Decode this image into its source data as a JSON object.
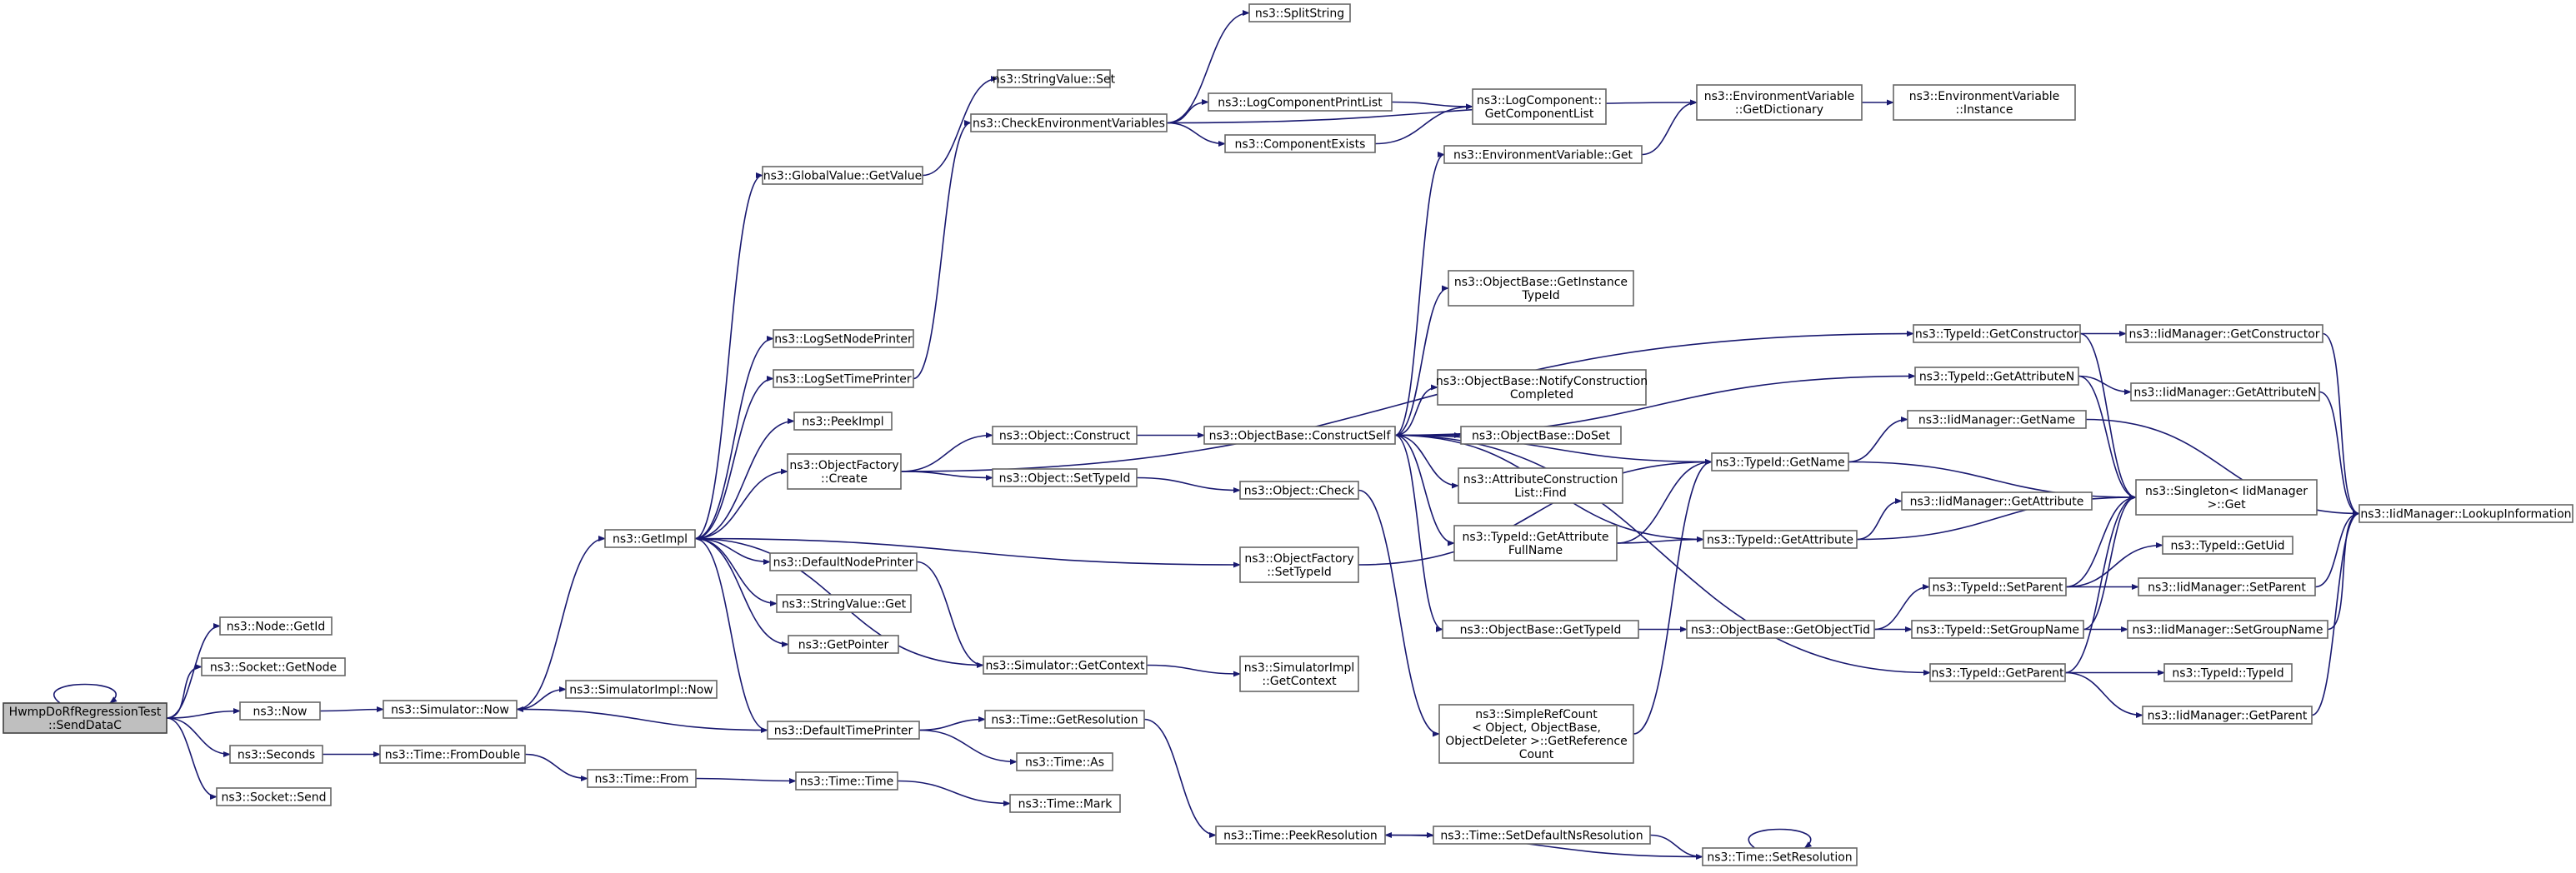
{
  "graph": {
    "edge_color": "#191970",
    "root_fill": "#bfbfbf",
    "nodes": [
      {
        "id": "root",
        "lines": [
          "HwmpDoRfRegressionTest",
          "::SendDataC"
        ],
        "root": true
      },
      {
        "id": "node_getid",
        "lines": [
          "ns3::Node::GetId"
        ]
      },
      {
        "id": "socket_getnode",
        "lines": [
          "ns3::Socket::GetNode"
        ]
      },
      {
        "id": "now",
        "lines": [
          "ns3::Now"
        ]
      },
      {
        "id": "seconds",
        "lines": [
          "ns3::Seconds"
        ]
      },
      {
        "id": "socket_send",
        "lines": [
          "ns3::Socket::Send"
        ]
      },
      {
        "id": "sim_now",
        "lines": [
          "ns3::Simulator::Now"
        ]
      },
      {
        "id": "simimpl_now",
        "lines": [
          "ns3::SimulatorImpl::Now"
        ]
      },
      {
        "id": "fromdouble",
        "lines": [
          "ns3::Time::FromDouble"
        ]
      },
      {
        "id": "time_from",
        "lines": [
          "ns3::Time::From"
        ]
      },
      {
        "id": "getimpl",
        "lines": [
          "ns3::GetImpl"
        ]
      },
      {
        "id": "gv_getvalue",
        "lines": [
          "ns3::GlobalValue::GetValue"
        ]
      },
      {
        "id": "lognodeprinter",
        "lines": [
          "ns3::LogSetNodePrinter"
        ]
      },
      {
        "id": "logtimeprinter",
        "lines": [
          "ns3::LogSetTimePrinter"
        ]
      },
      {
        "id": "peekimpl",
        "lines": [
          "ns3::PeekImpl"
        ]
      },
      {
        "id": "of_create",
        "lines": [
          "ns3::ObjectFactory",
          "::Create"
        ]
      },
      {
        "id": "defnodeprinter",
        "lines": [
          "ns3::DefaultNodePrinter"
        ]
      },
      {
        "id": "sv_get",
        "lines": [
          "ns3::StringValue::Get"
        ]
      },
      {
        "id": "getpointer",
        "lines": [
          "ns3::GetPointer"
        ]
      },
      {
        "id": "deftimeprinter",
        "lines": [
          "ns3::DefaultTimePrinter"
        ]
      },
      {
        "id": "time_time",
        "lines": [
          "ns3::Time::Time"
        ]
      },
      {
        "id": "sv_set",
        "lines": [
          "ns3::StringValue::Set"
        ]
      },
      {
        "id": "checkenv",
        "lines": [
          "ns3::CheckEnvironmentVariables"
        ]
      },
      {
        "id": "obj_construct",
        "lines": [
          "ns3::Object::Construct"
        ]
      },
      {
        "id": "obj_settypeid",
        "lines": [
          "ns3::Object::SetTypeId"
        ]
      },
      {
        "id": "sim_getcontext",
        "lines": [
          "ns3::Simulator::GetContext"
        ]
      },
      {
        "id": "time_getres",
        "lines": [
          "ns3::Time::GetResolution"
        ]
      },
      {
        "id": "time_as",
        "lines": [
          "ns3::Time::As"
        ]
      },
      {
        "id": "time_mark",
        "lines": [
          "ns3::Time::Mark"
        ]
      },
      {
        "id": "splitstring",
        "lines": [
          "ns3::SplitString"
        ]
      },
      {
        "id": "logcompprintlist",
        "lines": [
          "ns3::LogComponentPrintList"
        ]
      },
      {
        "id": "compexists",
        "lines": [
          "ns3::ComponentExists"
        ]
      },
      {
        "id": "obase_constructself",
        "lines": [
          "ns3::ObjectBase::ConstructSelf"
        ]
      },
      {
        "id": "obj_check",
        "lines": [
          "ns3::Object::Check"
        ]
      },
      {
        "id": "of_settypeid",
        "lines": [
          "ns3::ObjectFactory",
          "::SetTypeId"
        ]
      },
      {
        "id": "simimpl_getcontext",
        "lines": [
          "ns3::SimulatorImpl",
          "::GetContext"
        ]
      },
      {
        "id": "peekres",
        "lines": [
          "ns3::Time::PeekResolution"
        ]
      },
      {
        "id": "logcomp_getlist",
        "lines": [
          "ns3::LogComponent::",
          "GetComponentList"
        ]
      },
      {
        "id": "envvar_get",
        "lines": [
          "ns3::EnvironmentVariable::Get"
        ]
      },
      {
        "id": "obase_getinstance",
        "lines": [
          "ns3::ObjectBase::GetInstance",
          "TypeId"
        ]
      },
      {
        "id": "obase_notify",
        "lines": [
          "ns3::ObjectBase::NotifyConstruction",
          "Completed"
        ]
      },
      {
        "id": "obase_doset",
        "lines": [
          "ns3::ObjectBase::DoSet"
        ]
      },
      {
        "id": "attrlist_find",
        "lines": [
          "ns3::AttributeConstruction",
          "List::Find"
        ]
      },
      {
        "id": "tid_getattrfullname",
        "lines": [
          "ns3::TypeId::GetAttribute",
          "FullName"
        ]
      },
      {
        "id": "obase_gettypeid",
        "lines": [
          "ns3::ObjectBase::GetTypeId"
        ]
      },
      {
        "id": "simplerefcount",
        "lines": [
          "ns3::SimpleRefCount",
          "< Object, ObjectBase,",
          "ObjectDeleter >::GetReference",
          "Count"
        ]
      },
      {
        "id": "time_setdefres",
        "lines": [
          "ns3::Time::SetDefaultNsResolution"
        ]
      },
      {
        "id": "envvar_getdict",
        "lines": [
          "ns3::EnvironmentVariable",
          "::GetDictionary"
        ]
      },
      {
        "id": "tid_getname",
        "lines": [
          "ns3::TypeId::GetName"
        ]
      },
      {
        "id": "tid_getattribute",
        "lines": [
          "ns3::TypeId::GetAttribute"
        ]
      },
      {
        "id": "obase_getobjecttid",
        "lines": [
          "ns3::ObjectBase::GetObjectTid"
        ]
      },
      {
        "id": "time_setres",
        "lines": [
          "ns3::Time::SetResolution"
        ]
      },
      {
        "id": "envvar_instance",
        "lines": [
          "ns3::EnvironmentVariable",
          "::Instance"
        ]
      },
      {
        "id": "tid_getconstructor",
        "lines": [
          "ns3::TypeId::GetConstructor"
        ]
      },
      {
        "id": "tid_getattributen",
        "lines": [
          "ns3::TypeId::GetAttributeN"
        ]
      },
      {
        "id": "iid_getname",
        "lines": [
          "ns3::IidManager::GetName"
        ]
      },
      {
        "id": "iid_getattribute",
        "lines": [
          "ns3::IidManager::GetAttribute"
        ]
      },
      {
        "id": "tid_setparent",
        "lines": [
          "ns3::TypeId::SetParent"
        ]
      },
      {
        "id": "tid_setgroupname",
        "lines": [
          "ns3::TypeId::SetGroupName"
        ]
      },
      {
        "id": "tid_getparent",
        "lines": [
          "ns3::TypeId::GetParent"
        ]
      },
      {
        "id": "iid_getconstructor",
        "lines": [
          "ns3::IidManager::GetConstructor"
        ]
      },
      {
        "id": "iid_getattributen",
        "lines": [
          "ns3::IidManager::GetAttributeN"
        ]
      },
      {
        "id": "singleton_get",
        "lines": [
          "ns3::Singleton< IidManager",
          ">::Get"
        ]
      },
      {
        "id": "tid_getuid",
        "lines": [
          "ns3::TypeId::GetUid"
        ]
      },
      {
        "id": "iid_setparent",
        "lines": [
          "ns3::IidManager::SetParent"
        ]
      },
      {
        "id": "iid_setgroupname",
        "lines": [
          "ns3::IidManager::SetGroupName"
        ]
      },
      {
        "id": "tid_typeid",
        "lines": [
          "ns3::TypeId::TypeId"
        ]
      },
      {
        "id": "iid_getparent",
        "lines": [
          "ns3::IidManager::GetParent"
        ]
      },
      {
        "id": "iid_lookup",
        "lines": [
          "ns3::IidManager::LookupInformation"
        ]
      }
    ],
    "edges": [
      [
        "root",
        "root"
      ],
      [
        "root",
        "node_getid"
      ],
      [
        "root",
        "socket_getnode"
      ],
      [
        "root",
        "now"
      ],
      [
        "root",
        "seconds"
      ],
      [
        "root",
        "socket_send"
      ],
      [
        "now",
        "sim_now"
      ],
      [
        "seconds",
        "fromdouble"
      ],
      [
        "sim_now",
        "getimpl"
      ],
      [
        "sim_now",
        "simimpl_now"
      ],
      [
        "fromdouble",
        "time_from"
      ],
      [
        "time_from",
        "time_time"
      ],
      [
        "time_time",
        "time_mark"
      ],
      [
        "getimpl",
        "gv_getvalue"
      ],
      [
        "getimpl",
        "lognodeprinter"
      ],
      [
        "getimpl",
        "logtimeprinter"
      ],
      [
        "getimpl",
        "peekimpl"
      ],
      [
        "getimpl",
        "of_create"
      ],
      [
        "getimpl",
        "defnodeprinter"
      ],
      [
        "getimpl",
        "sv_get"
      ],
      [
        "getimpl",
        "getpointer"
      ],
      [
        "getimpl",
        "deftimeprinter"
      ],
      [
        "getimpl",
        "of_settypeid"
      ],
      [
        "gv_getvalue",
        "sv_set"
      ],
      [
        "logtimeprinter",
        "checkenv"
      ],
      [
        "of_create",
        "tid_getconstructor"
      ],
      [
        "of_create",
        "obj_construct"
      ],
      [
        "of_create",
        "obj_settypeid"
      ],
      [
        "defnodeprinter",
        "sim_getcontext"
      ],
      [
        "sim_getcontext",
        "getimpl"
      ],
      [
        "sim_getcontext",
        "simimpl_getcontext"
      ],
      [
        "deftimeprinter",
        "sim_now"
      ],
      [
        "deftimeprinter",
        "time_getres"
      ],
      [
        "deftimeprinter",
        "time_as"
      ],
      [
        "time_getres",
        "peekres"
      ],
      [
        "checkenv",
        "splitstring"
      ],
      [
        "checkenv",
        "envvar_getdict"
      ],
      [
        "checkenv",
        "logcompprintlist"
      ],
      [
        "checkenv",
        "compexists"
      ],
      [
        "logcompprintlist",
        "logcomp_getlist"
      ],
      [
        "compexists",
        "logcomp_getlist"
      ],
      [
        "obj_construct",
        "obase_constructself"
      ],
      [
        "obj_settypeid",
        "obj_check"
      ],
      [
        "obj_check",
        "simplerefcount"
      ],
      [
        "of_settypeid",
        "tid_getname"
      ],
      [
        "obase_constructself",
        "envvar_get"
      ],
      [
        "obase_constructself",
        "obase_getinstance"
      ],
      [
        "obase_constructself",
        "obase_notify"
      ],
      [
        "obase_constructself",
        "obase_doset"
      ],
      [
        "obase_constructself",
        "attrlist_find"
      ],
      [
        "obase_constructself",
        "tid_getattrfullname"
      ],
      [
        "obase_constructself",
        "obase_gettypeid"
      ],
      [
        "obase_constructself",
        "tid_getattribute"
      ],
      [
        "obase_constructself",
        "tid_getattributen"
      ],
      [
        "obase_constructself",
        "tid_getname"
      ],
      [
        "obase_constructself",
        "tid_getparent"
      ],
      [
        "envvar_get",
        "envvar_getdict"
      ],
      [
        "envvar_getdict",
        "envvar_instance"
      ],
      [
        "tid_getattrfullname",
        "tid_getattribute"
      ],
      [
        "tid_getattrfullname",
        "tid_getname"
      ],
      [
        "obase_gettypeid",
        "obase_getobjecttid"
      ],
      [
        "simplerefcount",
        "tid_getname"
      ],
      [
        "peekres",
        "time_setdefres"
      ],
      [
        "time_setdefres",
        "time_setres"
      ],
      [
        "time_setres",
        "time_setres"
      ],
      [
        "time_setres",
        "peekres"
      ],
      [
        "tid_getname",
        "iid_getname"
      ],
      [
        "tid_getname",
        "singleton_get"
      ],
      [
        "tid_getattribute",
        "iid_getattribute"
      ],
      [
        "tid_getattribute",
        "singleton_get"
      ],
      [
        "obase_getobjecttid",
        "tid_setparent"
      ],
      [
        "obase_getobjecttid",
        "tid_setgroupname"
      ],
      [
        "tid_getconstructor",
        "iid_getconstructor"
      ],
      [
        "tid_getconstructor",
        "singleton_get"
      ],
      [
        "tid_getattributen",
        "iid_getattributen"
      ],
      [
        "tid_getattributen",
        "singleton_get"
      ],
      [
        "tid_setparent",
        "tid_getuid"
      ],
      [
        "tid_setparent",
        "iid_setparent"
      ],
      [
        "tid_setparent",
        "singleton_get"
      ],
      [
        "tid_setgroupname",
        "iid_setgroupname"
      ],
      [
        "tid_setgroupname",
        "singleton_get"
      ],
      [
        "tid_getparent",
        "tid_typeid"
      ],
      [
        "tid_getparent",
        "iid_getparent"
      ],
      [
        "tid_getparent",
        "singleton_get"
      ],
      [
        "iid_getname",
        "iid_lookup"
      ],
      [
        "iid_getconstructor",
        "iid_lookup"
      ],
      [
        "iid_getattributen",
        "iid_lookup"
      ],
      [
        "iid_setparent",
        "iid_lookup"
      ],
      [
        "iid_setgroupname",
        "iid_lookup"
      ],
      [
        "iid_getparent",
        "iid_lookup"
      ]
    ]
  }
}
